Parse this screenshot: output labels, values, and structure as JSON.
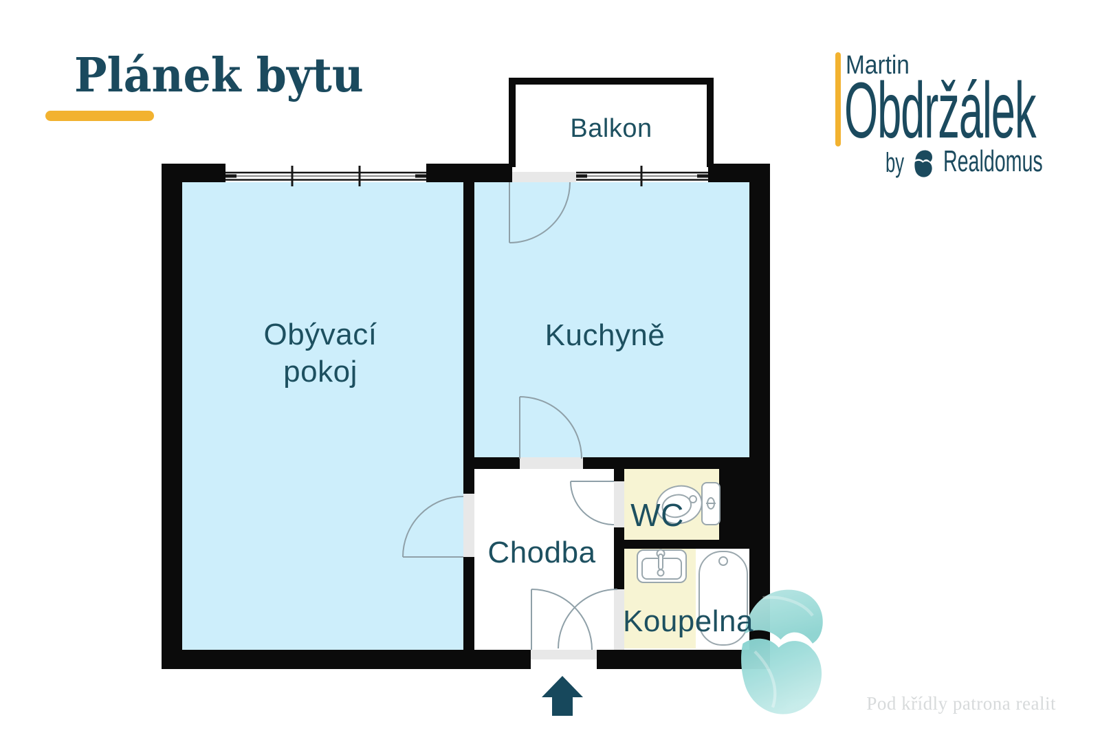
{
  "title": {
    "text": "Plánek bytu"
  },
  "logo": {
    "name_first": "Martin",
    "name_last": "Obdržálek",
    "by_text": "by",
    "brand": "Realdomus"
  },
  "floorplan": {
    "rooms": {
      "balcony": {
        "label": "Balkon"
      },
      "living": {
        "label_line1": "Obývací",
        "label_line2": "pokoj"
      },
      "kitchen": {
        "label": "Kuchyně"
      },
      "hall": {
        "label": "Chodba"
      },
      "wc": {
        "label": "WC"
      },
      "bathroom": {
        "label": "Koupelna"
      }
    },
    "icons": [
      "toilet-icon",
      "sink-icon",
      "bathtub-icon",
      "entrance-arrow-icon",
      "door-swing-arcs",
      "window-symbols"
    ],
    "colors": {
      "wall": "#0b0b0b",
      "room_blue": "#cdeefb",
      "wet_yellow": "#f7f4d3",
      "threshold_gray": "#e8e8e8",
      "door_stroke": "#8fa0a8",
      "fixture_stroke": "#9aa7ad",
      "teal_text": "#1d5060",
      "navy": "#1b4a5e",
      "accent_yellow": "#f2b230",
      "arrow": "#17485c",
      "watermark_teal": "#8ed4d1",
      "tagline_gray": "#d7dadb"
    }
  },
  "watermark": {
    "tagline": "Pod křídly patrona realit",
    "bird": "realdomus-bird"
  }
}
